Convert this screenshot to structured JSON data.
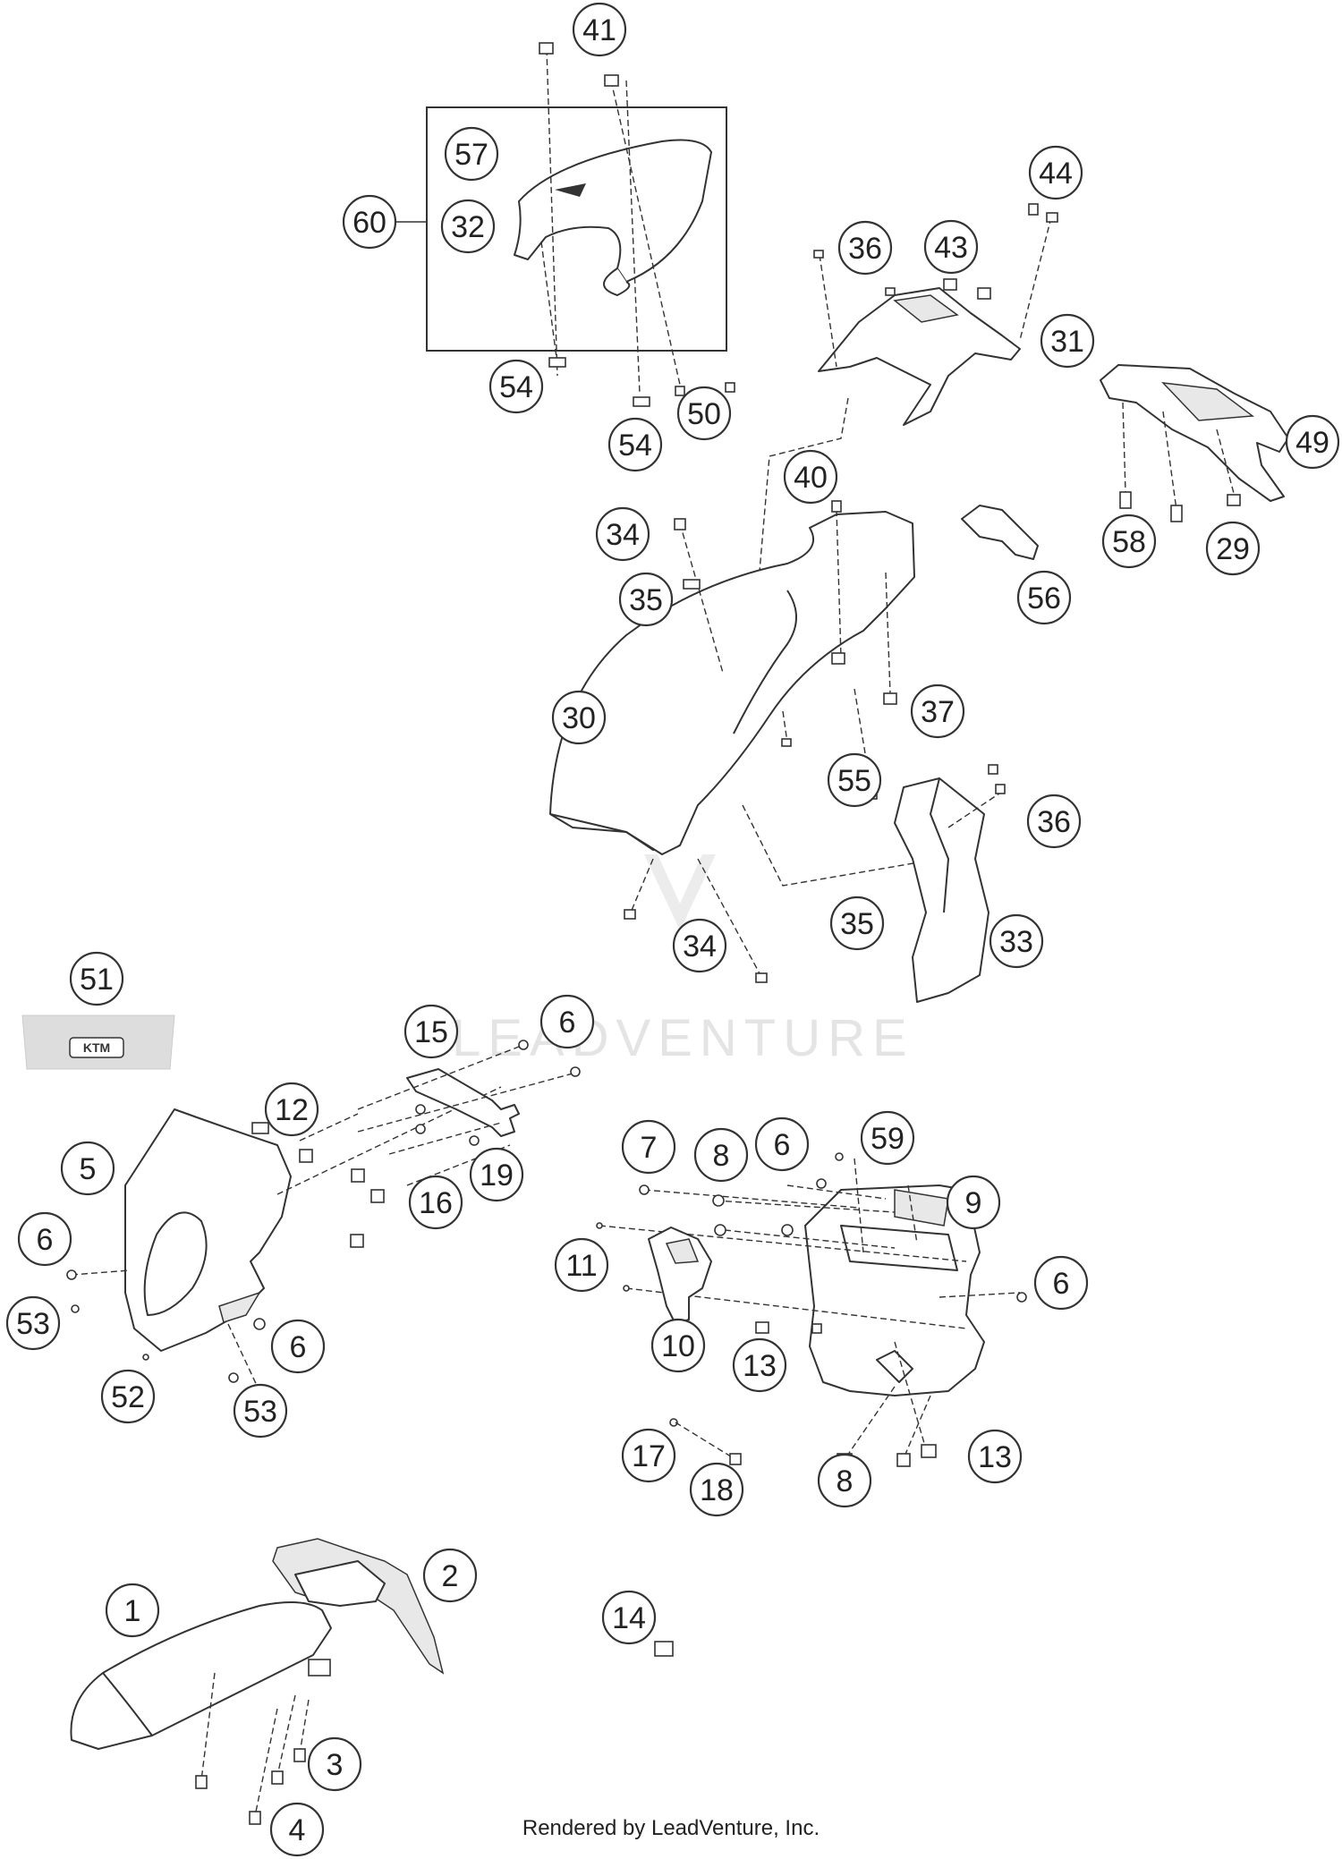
{
  "watermark": "LEADVENTURE",
  "credit": "Rendered by LeadVenture, Inc.",
  "emblem_text": "KTM",
  "colors": {
    "line": "#333333",
    "fill": "#ffffff",
    "decal": "#dddddd",
    "emblem": "#333333",
    "watermark": "#e4e4e4"
  },
  "callouts": [
    "41",
    "57",
    "60",
    "32",
    "54",
    "54",
    "50",
    "44",
    "36",
    "43",
    "31",
    "49",
    "40",
    "34",
    "35",
    "58",
    "29",
    "56",
    "30",
    "37",
    "55",
    "36",
    "35",
    "34",
    "33",
    "51",
    "15",
    "6",
    "12",
    "5",
    "6",
    "19",
    "16",
    "53",
    "6",
    "52",
    "53",
    "7",
    "8",
    "6",
    "59",
    "9",
    "11",
    "6",
    "10",
    "13",
    "13",
    "17",
    "18",
    "8",
    "1",
    "2",
    "3",
    "4",
    "14"
  ]
}
